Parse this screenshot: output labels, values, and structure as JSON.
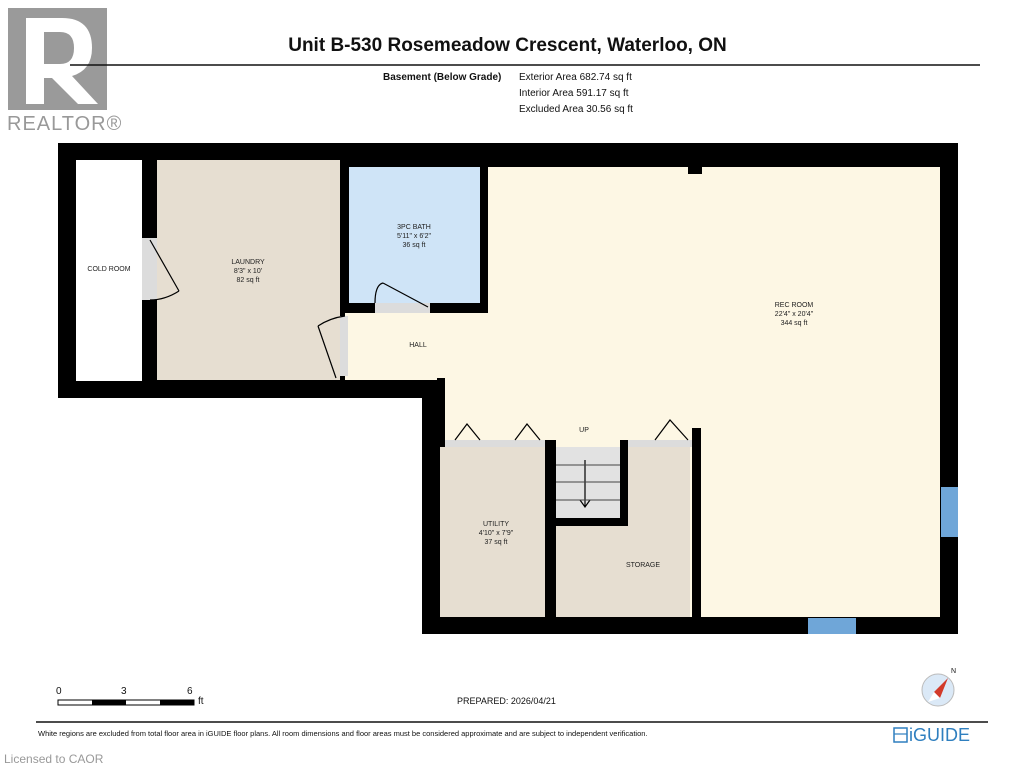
{
  "header": {
    "title": "Unit B-530 Rosemeadow Crescent, Waterloo, ON",
    "floor_name": "Basement (Below Grade)",
    "exterior_area": "Exterior Area 682.74 sq ft",
    "interior_area": "Interior Area 591.17 sq ft",
    "excluded_area": "Excluded Area 30.56 sq ft"
  },
  "logo": {
    "text": "REALTOR®"
  },
  "rooms": {
    "cold_room": {
      "name": "COLD ROOM"
    },
    "laundry": {
      "name": "LAUNDRY",
      "dims": "8'3\" x 10'",
      "area": "82 sq ft"
    },
    "bath": {
      "name": "3PC BATH",
      "dims": "5'11\" x 6'2\"",
      "area": "36 sq ft"
    },
    "hall": {
      "name": "HALL"
    },
    "rec_room": {
      "name": "REC ROOM",
      "dims": "22'4\" x 20'4\"",
      "area": "344 sq ft"
    },
    "utility": {
      "name": "UTILITY",
      "dims": "4'10\" x 7'9\"",
      "area": "37 sq ft"
    },
    "storage": {
      "name": "STORAGE"
    },
    "stairs": {
      "label": "UP"
    }
  },
  "scale": {
    "ticks": [
      "0",
      "3",
      "6"
    ],
    "unit": "ft"
  },
  "prepared": "PREPARED: 2026/04/21",
  "compass": {
    "label": "N"
  },
  "footer": {
    "disclaimer": "White regions are excluded from total floor area in iGUIDE floor plans. All room dimensions and floor areas must be considered approximate and are subject to independent verification.",
    "brand": "iGUIDE",
    "license": "Licensed to CAOR"
  },
  "colors": {
    "wall": "#000000",
    "laundry": "#e6ded1",
    "bath": "#cfe4f7",
    "rec": "#fdf7e4",
    "threshold": "#dcdcdc",
    "window": "#6fa6d8",
    "brand": "#2f7fbf"
  }
}
